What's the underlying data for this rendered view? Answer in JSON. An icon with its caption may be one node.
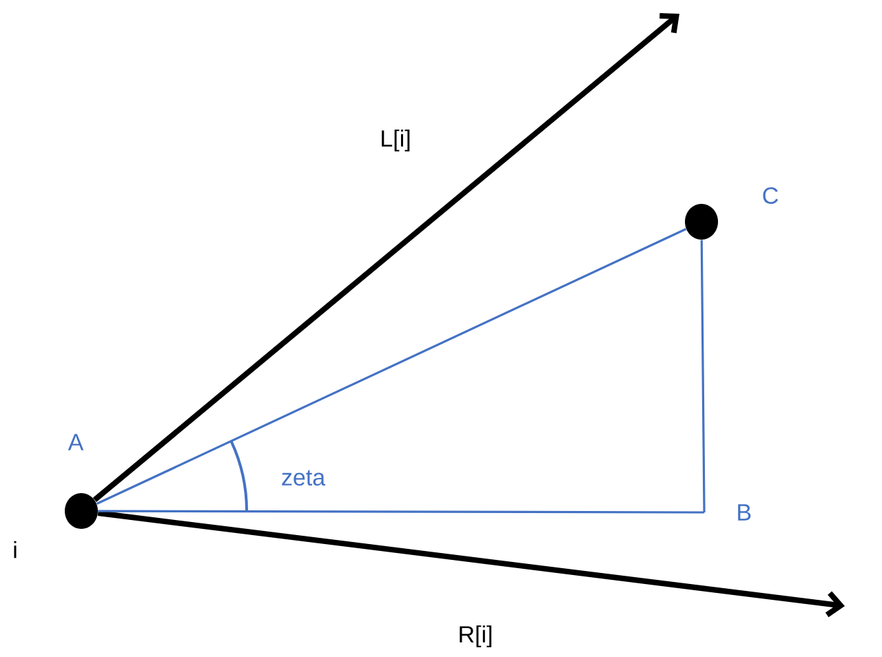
{
  "diagram": {
    "nodes": [
      {
        "text": [],
        "shape": "circle",
        "beside": [
          "A",
          "i"
        ]
      },
      {
        "text": [],
        "shape": "circle",
        "beside": [
          "C"
        ]
      },
      {
        "text": [
          "B"
        ]
      }
    ],
    "edges": [
      {
        "from": 0,
        "to": null,
        "arrow": "to",
        "label": "L[i]",
        "style": "thick",
        "color": "#000000"
      },
      {
        "from": 0,
        "to": null,
        "arrow": "to",
        "label": "R[i]",
        "style": "thick",
        "color": "#000000"
      },
      {
        "from": 0,
        "to": 1,
        "arrow": "none"
      },
      {
        "from": 0,
        "to": 2,
        "arrow": "none"
      },
      {
        "from": 2,
        "to": 1,
        "arrow": "none"
      }
    ],
    "labels": [
      "zeta"
    ]
  }
}
